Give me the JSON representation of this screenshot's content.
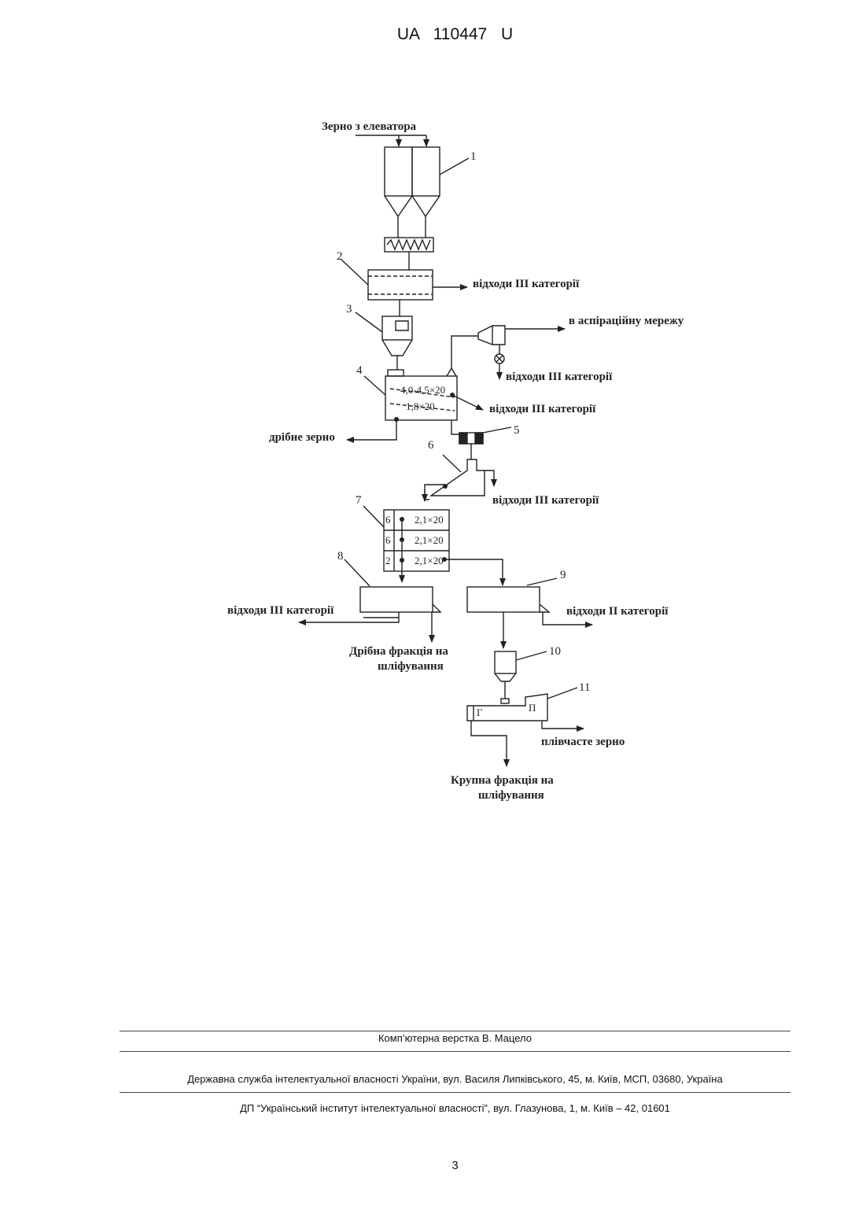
{
  "header": {
    "doc_id": "UA 110447 U"
  },
  "diagram": {
    "labels": {
      "input": "Зерно з елеватора",
      "waste3_a": "відходи III категорії",
      "aspiration": "в аспіраційну мережу",
      "waste3_b": "відходи III категорії",
      "waste3_c": "відходи III категорії",
      "small_grain": "дрібне зерно",
      "waste3_d": "відходи III категорії",
      "waste3_e": "відходи III категорії",
      "waste2": "відходи II категорії",
      "small_fraction_1": "Дрібна фракція на",
      "small_fraction_2": "шліфування",
      "hulled_grain": "плівчасте зерно",
      "large_fraction_1": "Крупна фракція на",
      "large_fraction_2": "шліфування"
    },
    "numbers": [
      "1",
      "2",
      "3",
      "4",
      "5",
      "6",
      "7",
      "8",
      "9",
      "10",
      "11"
    ],
    "sieves": {
      "s4_top": "4,0-4,5×20",
      "s4_bottom": "1,8×20",
      "s7_rows": [
        {
          "count": "6",
          "size": "2,1×20"
        },
        {
          "count": "6",
          "size": "2,1×20"
        },
        {
          "count": "2",
          "size": "2,1×20"
        }
      ]
    },
    "machine11": {
      "left": "Г",
      "right": "П"
    }
  },
  "footer": {
    "layout": "Комп’ютерна верстка В. Мацело",
    "agency": "Державна служба інтелектуальної власності України, вул. Василя Липківського, 45, м. Київ, МСП, 03680, Україна",
    "institute": "ДП “Український інститут інтелектуальної власності”, вул. Глазунова, 1, м. Київ – 42, 01601"
  },
  "page_number": "3"
}
